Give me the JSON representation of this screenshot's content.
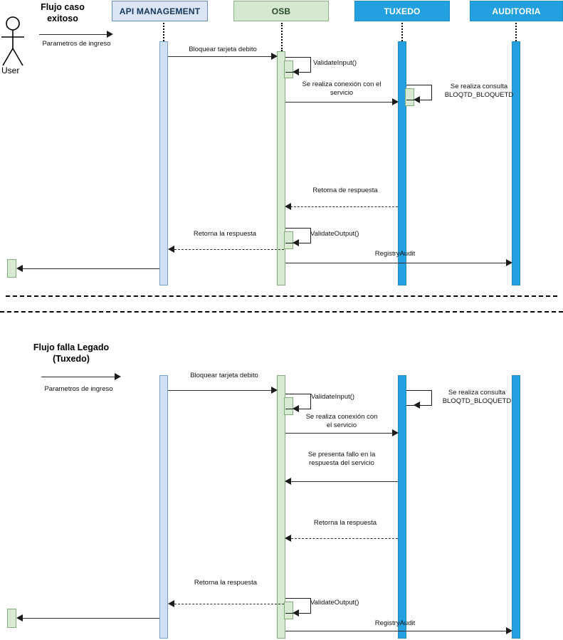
{
  "diagram": {
    "type": "uml-sequence-diagram",
    "participants": [
      {
        "id": "user",
        "name": "User",
        "kind": "actor"
      },
      {
        "id": "apim",
        "name": "API MANAGEMENT",
        "kind": "box",
        "color": "#dbe5f5"
      },
      {
        "id": "osb",
        "name": "OSB",
        "kind": "box",
        "color": "#d6e8d2"
      },
      {
        "id": "tuxedo",
        "name": "TUXEDO",
        "kind": "box",
        "color": "#23a0e0"
      },
      {
        "id": "auditoria",
        "name": "AUDITORIA",
        "kind": "box",
        "color": "#23a0e0"
      }
    ],
    "colors": {
      "apim_fill": "#dbe5f5",
      "apim_stroke": "#6b8fc4",
      "osb_fill": "#d6e8d2",
      "osb_stroke": "#8ab185",
      "tuxedo_fill": "#23a0e0",
      "tuxedo_stroke": "#1b8cc6",
      "auditoria_fill": "#23a0e0",
      "auditoria_stroke": "#1b8cc6",
      "arrow": "#1b1b1b",
      "text": "#111111"
    }
  },
  "flow1": {
    "title_line1": "Flujo caso",
    "title_line2": "exitoso",
    "actor_label": "User",
    "messages": {
      "m1": "Parametros de ingreso",
      "m2": "Bloquear tarjeta debito",
      "m3": "ValidateInput()",
      "m4_line1": "Se realiza conexión con el",
      "m4_line2": "servicio",
      "m5_line1": "Se realiza consulta",
      "m5_line2": "BLOQTD_BLOQUETD",
      "m6": "Retorna de respuesta",
      "m7": "Retorna la respuesta",
      "m8": "ValidateOutput()",
      "m9": "RegistryAudit"
    }
  },
  "flow2": {
    "title_line1": "Flujo falla Legado",
    "title_line2": "(Tuxedo)",
    "messages": {
      "m1": "Parametros de ingreso",
      "m2": "Bloquear tarjeta debito",
      "m3": "ValidateInput()",
      "m4_line1": "Se realiza conexión con",
      "m4_line2": "el servicio",
      "m5_line1": "Se realiza consulta",
      "m5_line2": "BLOQTD_BLOQUETD",
      "m6_line1": "Se presenta fallo en la",
      "m6_line2": "respuesta del servicio",
      "m7": "Retorna la respuesta",
      "m8": "Retorna la respuesta",
      "m9": "ValidateOutput()",
      "m10": "RegistryAudit"
    }
  }
}
